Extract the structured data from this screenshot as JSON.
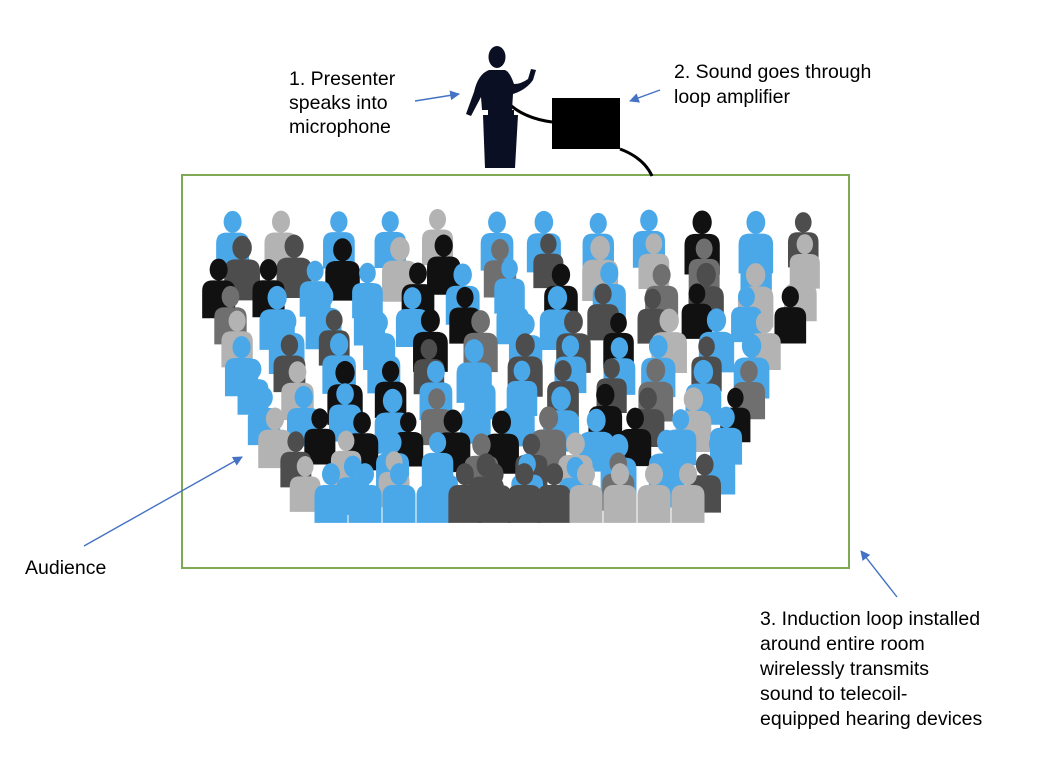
{
  "labels": {
    "presenter": [
      "1. Presenter",
      "speaks into",
      "microphone"
    ],
    "amplifier": [
      "2. Sound goes through",
      "loop amplifier"
    ],
    "audience": [
      "Audience"
    ],
    "loop": [
      "3. Induction loop installed",
      "around entire room",
      "wirelessly transmits",
      "sound to telecoil-",
      "equipped hearing devices"
    ]
  },
  "icons": {
    "presenter": "presenter-at-podium-icon",
    "amplifier": "loop-amplifier-box-icon",
    "crowd": "audience-crowd-icon"
  },
  "colors": {
    "loop_border": "#7eaa55",
    "arrow": "#4472c4",
    "presenter": "#0b0f24",
    "amplifier": "#000000",
    "crowd_blue": "#4aa8e9",
    "crowd_black": "#111111",
    "crowd_dark_gray": "#4d4d4d",
    "crowd_gray": "#6f6f6f",
    "crowd_light_gray": "#b3b3b3"
  }
}
